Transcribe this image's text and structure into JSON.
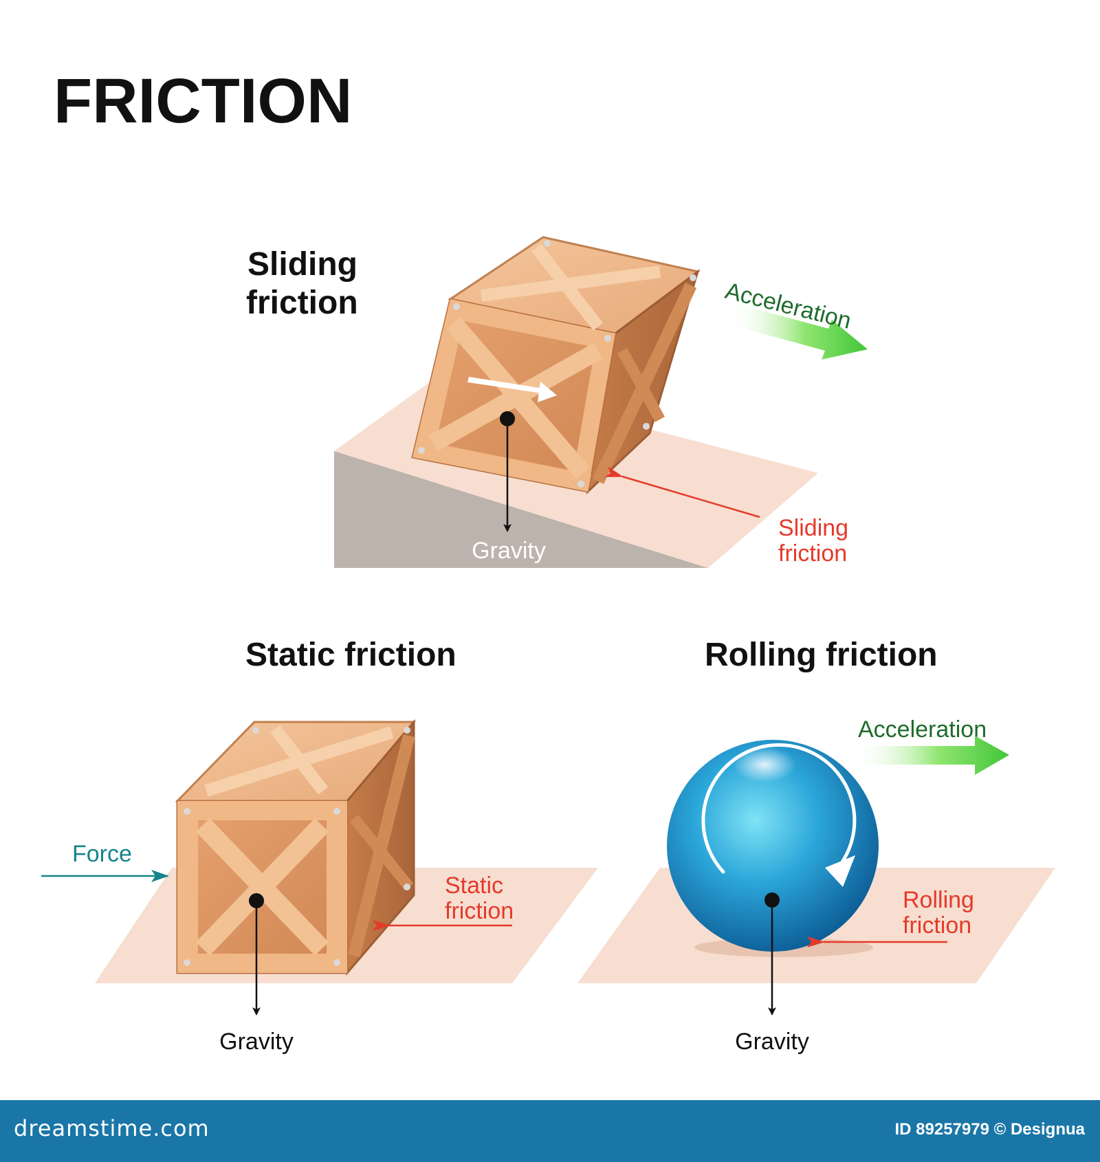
{
  "title": "FRICTION",
  "colors": {
    "wood_light": "#f2bf91",
    "wood_mid": "#e3a06e",
    "wood_dark": "#c27a48",
    "ground": "#f7ded0",
    "slope_side": "#bdb3ad",
    "friction_arrow": "#e53a2a",
    "acceleration_arrow": "#5cd347",
    "acceleration_text": "#1e6b2c",
    "force_arrow": "#16848a",
    "ball": "#1c8fc8",
    "footer": "#1a76a7"
  },
  "sliding": {
    "heading_line1": "Sliding",
    "heading_line2": "friction",
    "acceleration_label": "Acceleration",
    "friction_label_line1": "Sliding",
    "friction_label_line2": "friction",
    "gravity_label": "Gravity"
  },
  "static": {
    "heading": "Static friction",
    "force_label": "Force",
    "friction_label_line1": "Static",
    "friction_label_line2": "friction",
    "gravity_label": "Gravity"
  },
  "rolling": {
    "heading": "Rolling friction",
    "acceleration_label": "Acceleration",
    "friction_label_line1": "Rolling",
    "friction_label_line2": "friction",
    "gravity_label": "Gravity"
  },
  "footer": {
    "logo": "dreamstime.com",
    "id_text": "ID 89257979 © Designua"
  }
}
